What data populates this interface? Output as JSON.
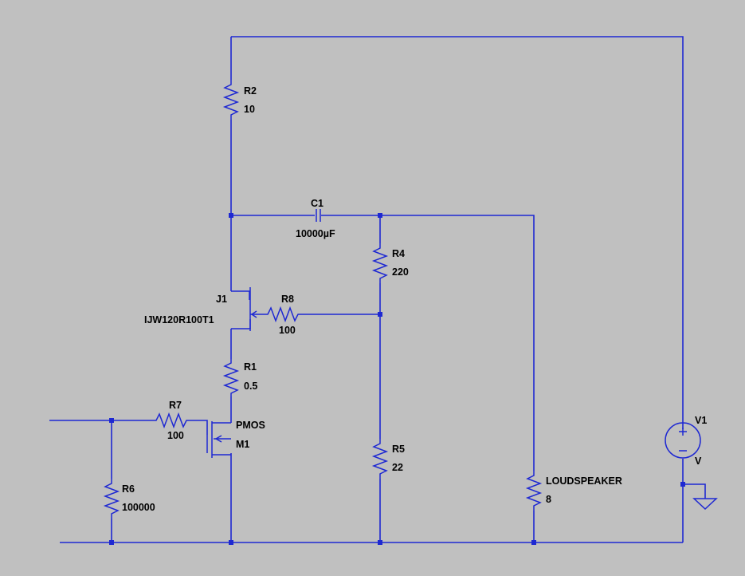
{
  "components": {
    "r1": {
      "ref": "R1",
      "value": "0.5"
    },
    "r2": {
      "ref": "R2",
      "value": "10"
    },
    "r4": {
      "ref": "R4",
      "value": "220"
    },
    "r5": {
      "ref": "R5",
      "value": "22"
    },
    "r6": {
      "ref": "R6",
      "value": "100000"
    },
    "r7": {
      "ref": "R7",
      "value": "100"
    },
    "r8": {
      "ref": "R8",
      "value": "100"
    },
    "c1": {
      "ref": "C1",
      "value": "10000µF"
    },
    "j1": {
      "ref": "J1",
      "value": "IJW120R100T1"
    },
    "m1": {
      "ref": "M1",
      "value": "PMOS"
    },
    "v1": {
      "ref": "V1",
      "value": "V"
    },
    "speaker": {
      "value": "LOUDSPEAKER",
      "impedance": "8"
    }
  },
  "colors": {
    "background": "#c0c0c0",
    "wire": "#1e28d2",
    "text": "#000000"
  }
}
